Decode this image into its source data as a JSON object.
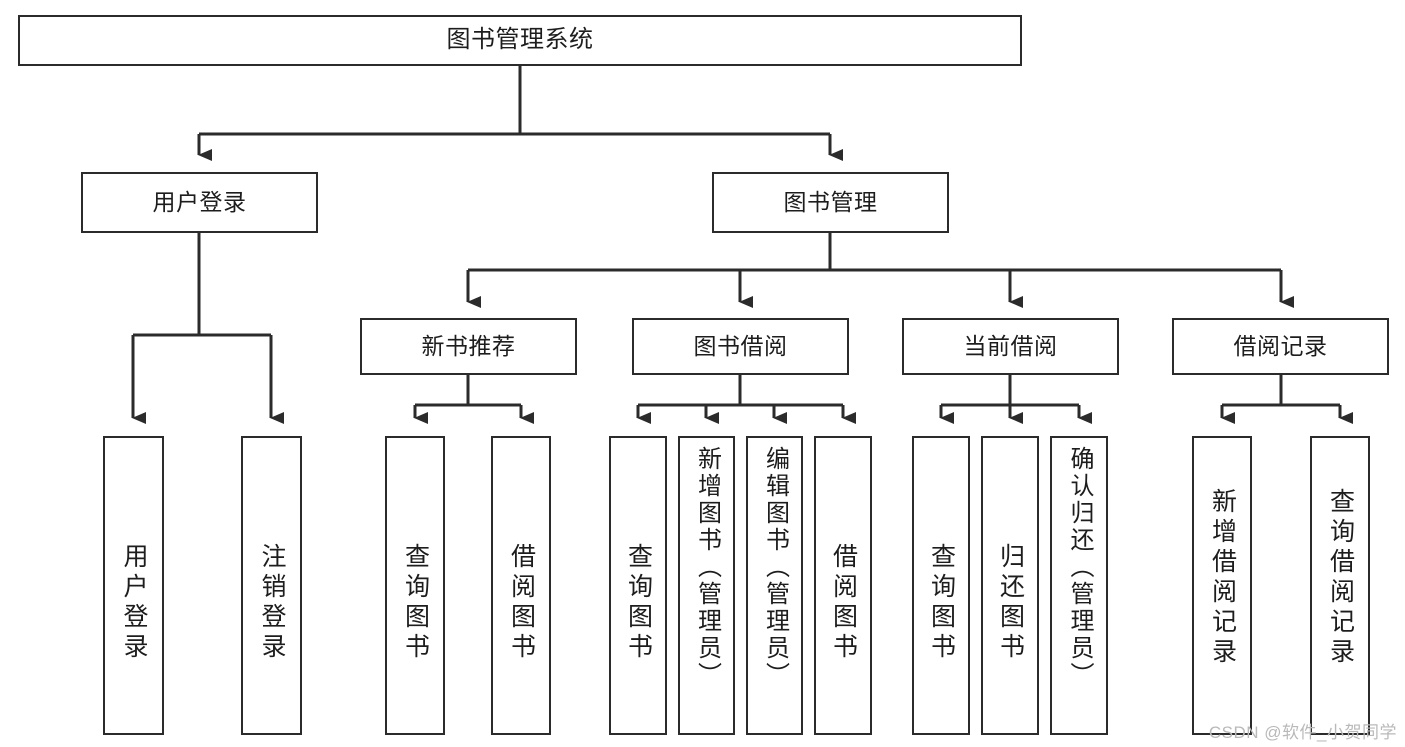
{
  "diagram": {
    "type": "tree-hierarchy",
    "title": "图书管理系统",
    "watermark": "CSDN @软件_小贺同学",
    "colors": {
      "background": "#ffffff",
      "box_border": "#2b2b2b",
      "box_fill": "#ffffff",
      "text": "#1d1d1d",
      "connector": "#2b2b2b",
      "watermark": "#b9b9b9"
    },
    "levels": [
      {
        "level": 1,
        "nodes": [
          {
            "id": "root",
            "label": "图书管理系统",
            "orientation": "horizontal"
          }
        ]
      },
      {
        "level": 2,
        "nodes": [
          {
            "id": "user-login",
            "label": "用户登录",
            "orientation": "horizontal",
            "parent": "root"
          },
          {
            "id": "book-manage",
            "label": "图书管理",
            "orientation": "horizontal",
            "parent": "root"
          }
        ]
      },
      {
        "level": 3,
        "nodes": [
          {
            "id": "new-book-rec",
            "label": "新书推荐",
            "orientation": "horizontal",
            "parent": "book-manage"
          },
          {
            "id": "book-borrow",
            "label": "图书借阅",
            "orientation": "horizontal",
            "parent": "book-manage"
          },
          {
            "id": "current-borrow",
            "label": "当前借阅",
            "orientation": "horizontal",
            "parent": "book-manage"
          },
          {
            "id": "borrow-record",
            "label": "借阅记录",
            "orientation": "horizontal",
            "parent": "book-manage"
          }
        ]
      },
      {
        "level": 4,
        "nodes": [
          {
            "id": "leaf-user-login",
            "label": "用户登录",
            "orientation": "vertical",
            "parent": "user-login"
          },
          {
            "id": "leaf-user-logout",
            "label": "注销登录",
            "orientation": "vertical",
            "parent": "user-login"
          },
          {
            "id": "leaf-query-book-1",
            "label": "查询图书",
            "orientation": "vertical",
            "parent": "new-book-rec"
          },
          {
            "id": "leaf-borrow-book-1",
            "label": "借阅图书",
            "orientation": "vertical",
            "parent": "new-book-rec"
          },
          {
            "id": "leaf-query-book-2",
            "label": "查询图书",
            "orientation": "vertical",
            "parent": "book-borrow"
          },
          {
            "id": "leaf-add-book",
            "label": "新增图书（管理员）",
            "orientation": "vertical",
            "parent": "book-borrow"
          },
          {
            "id": "leaf-edit-book",
            "label": "编辑图书（管理员）",
            "orientation": "vertical",
            "parent": "book-borrow"
          },
          {
            "id": "leaf-borrow-book-2",
            "label": "借阅图书",
            "orientation": "vertical",
            "parent": "book-borrow"
          },
          {
            "id": "leaf-query-book-3",
            "label": "查询图书",
            "orientation": "vertical",
            "parent": "current-borrow"
          },
          {
            "id": "leaf-return-book",
            "label": "归还图书",
            "orientation": "vertical",
            "parent": "current-borrow"
          },
          {
            "id": "leaf-confirm-return",
            "label": "确认归还（管理员）",
            "orientation": "vertical",
            "parent": "current-borrow"
          },
          {
            "id": "leaf-add-record",
            "label": "新增借阅记录",
            "orientation": "vertical",
            "parent": "borrow-record"
          },
          {
            "id": "leaf-query-record",
            "label": "查询借阅记录",
            "orientation": "vertical",
            "parent": "borrow-record"
          }
        ]
      }
    ]
  }
}
